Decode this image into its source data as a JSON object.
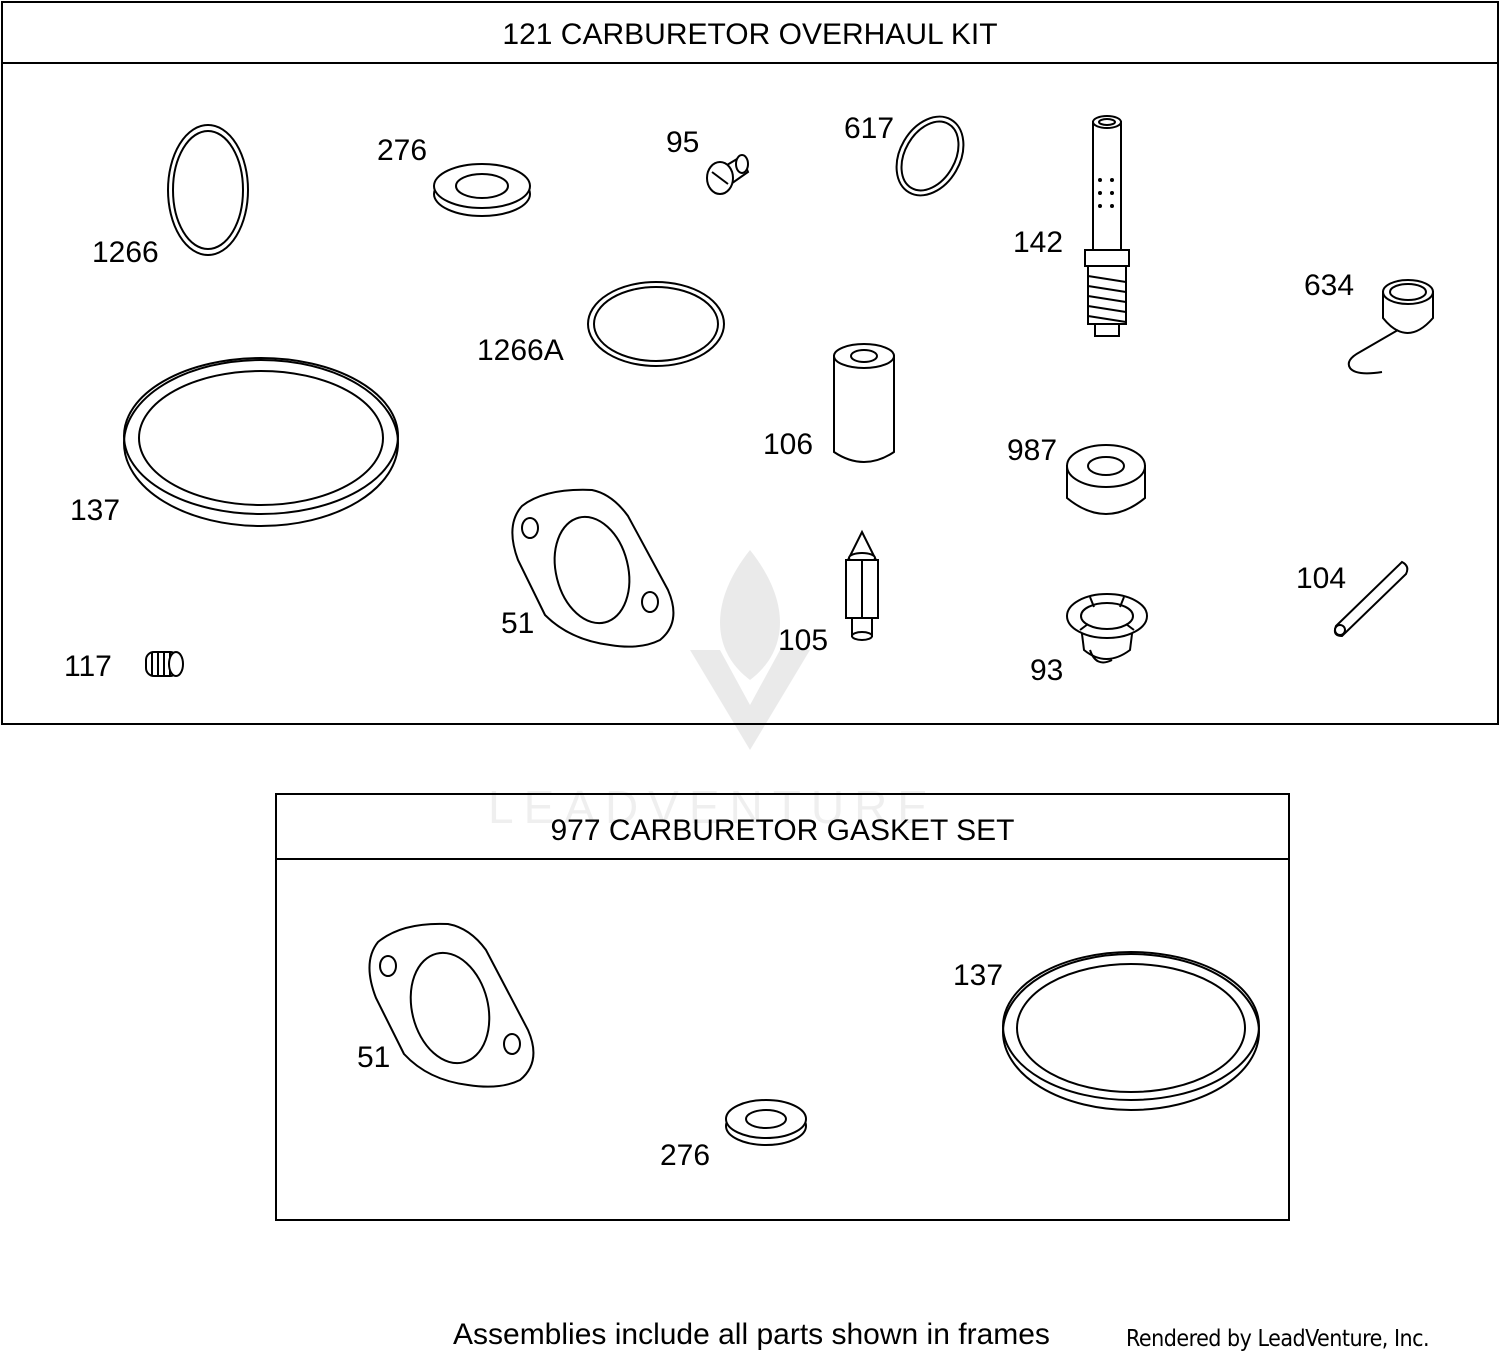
{
  "kit": {
    "title": "121 CARBURETOR OVERHAUL KIT",
    "labels": {
      "p1266": "1266",
      "p276": "276",
      "p95": "95",
      "p617": "617",
      "p142": "142",
      "p634": "634",
      "p1266a": "1266A",
      "p106": "106",
      "p987": "987",
      "p137": "137",
      "p51": "51",
      "p105": "105",
      "p104": "104",
      "p117": "117",
      "p93": "93"
    }
  },
  "gasket": {
    "title": "977 CARBURETOR GASKET SET",
    "labels": {
      "p51": "51",
      "p137": "137",
      "p276": "276"
    }
  },
  "footer": {
    "note": "Assemblies include all parts shown in frames",
    "credit": "Rendered by LeadVenture, Inc."
  },
  "watermark": {
    "text": "LEADVENTURE"
  }
}
